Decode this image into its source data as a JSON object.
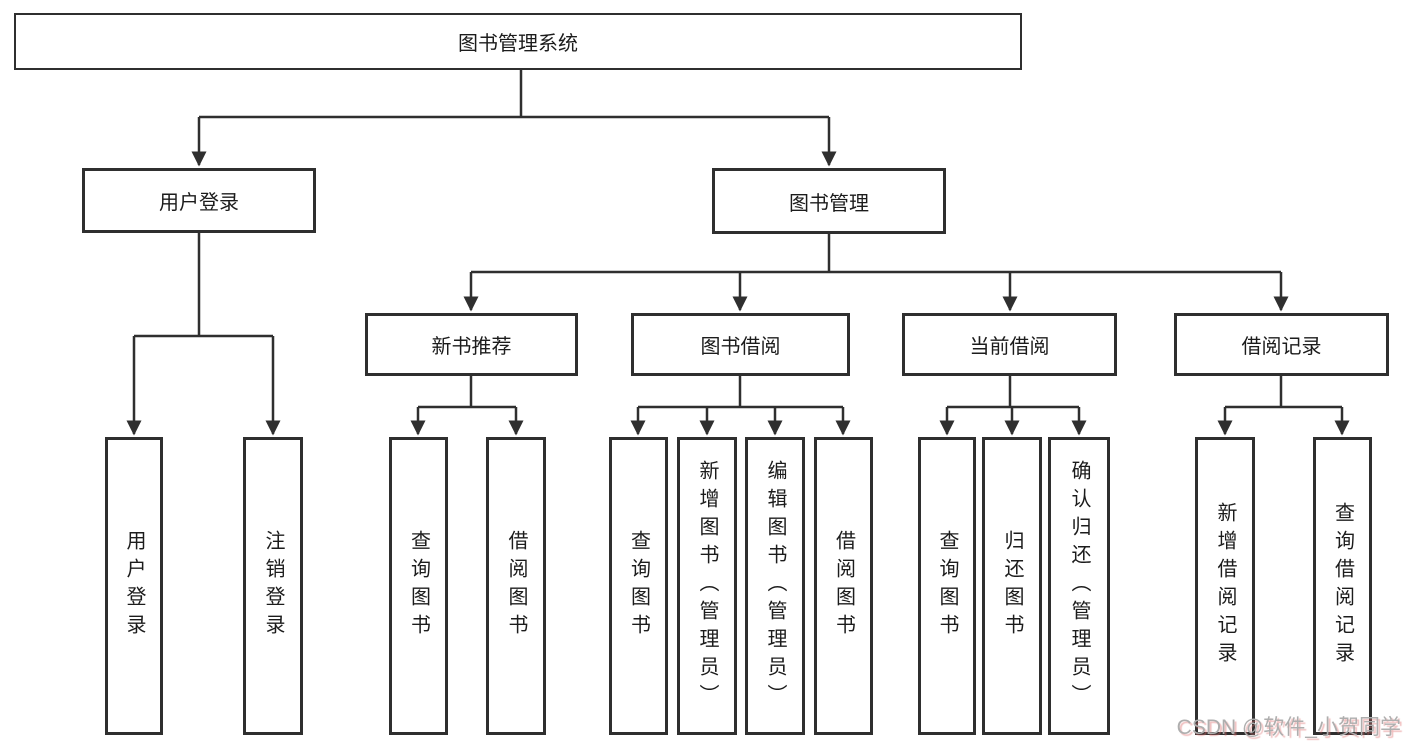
{
  "diagram": {
    "title": "图书管理系统",
    "colors": {
      "line": "#2f2f2f",
      "text": "#1c1c1c",
      "background": "#ffffff",
      "watermark_text": "#aeaeae",
      "watermark_shadow": "#de6e6e"
    },
    "nodes": {
      "root": {
        "label": "图书管理系统"
      },
      "branches": [
        {
          "label": "用户登录"
        },
        {
          "label": "图书管理"
        }
      ],
      "modules": [
        {
          "label": "新书推荐",
          "parent": "图书管理"
        },
        {
          "label": "图书借阅",
          "parent": "图书管理"
        },
        {
          "label": "当前借阅",
          "parent": "图书管理"
        },
        {
          "label": "借阅记录",
          "parent": "图书管理"
        }
      ],
      "leaves": [
        {
          "label": "用户登录",
          "parent": "用户登录"
        },
        {
          "label": "注销登录",
          "parent": "用户登录"
        },
        {
          "label": "查询图书",
          "parent": "新书推荐"
        },
        {
          "label": "借阅图书",
          "parent": "新书推荐"
        },
        {
          "label": "查询图书",
          "parent": "图书借阅"
        },
        {
          "label": "新增图书（管理员）",
          "parent": "图书借阅"
        },
        {
          "label": "编辑图书（管理员）",
          "parent": "图书借阅"
        },
        {
          "label": "借阅图书",
          "parent": "图书借阅"
        },
        {
          "label": "查询图书",
          "parent": "当前借阅"
        },
        {
          "label": "归还图书",
          "parent": "当前借阅"
        },
        {
          "label": "确认归还（管理员）",
          "parent": "当前借阅"
        },
        {
          "label": "新增借阅记录",
          "parent": "借阅记录"
        },
        {
          "label": "查询借阅记录",
          "parent": "借阅记录"
        }
      ]
    }
  },
  "watermark": {
    "text": "CSDN @软件_小贺同学"
  }
}
